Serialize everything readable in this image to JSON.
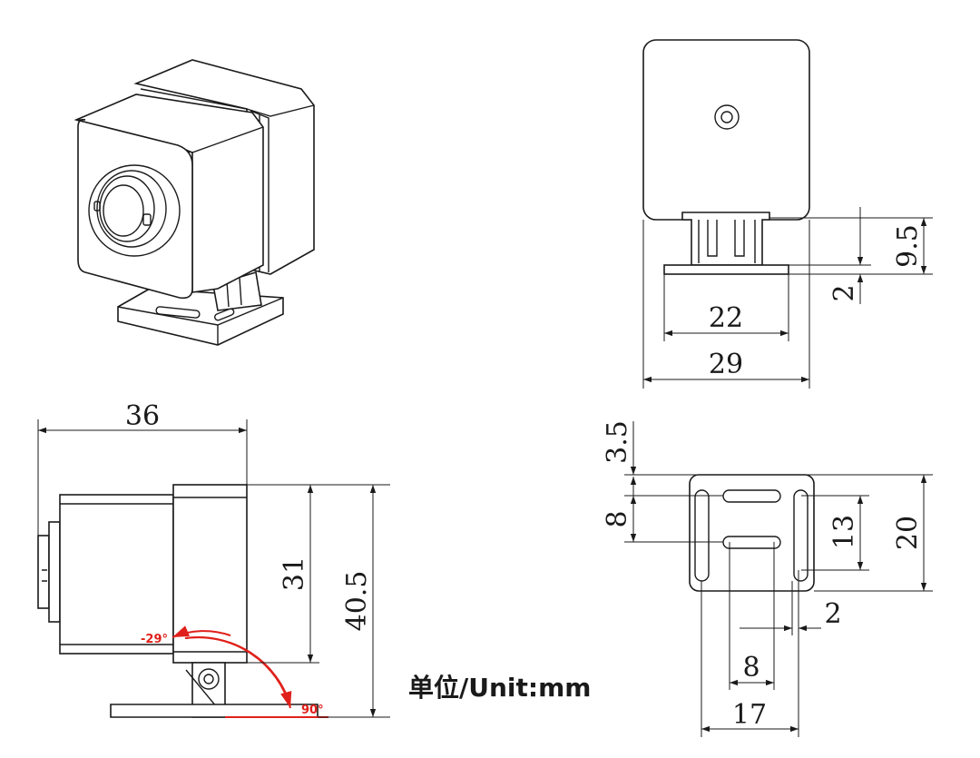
{
  "dimensions": {
    "front_view": {
      "height_bracket": "9.5",
      "plate_thickness": "2",
      "inner_width": "22",
      "outer_width": "29"
    },
    "side_view": {
      "length": "36",
      "box_height": "31",
      "total_height": "40.5",
      "angle_min": "-29°",
      "angle_max": "90°"
    },
    "base_view": {
      "top_offset": "3.5",
      "slot_pitch": "8",
      "slot_span": "13",
      "plate_depth": "20",
      "slot_width": "2",
      "slot_length": "8",
      "plate_width": "17"
    }
  },
  "unit_label": "单位/Unit:mm",
  "colors": {
    "line": "#1a1a1a",
    "angle": "#e0201a"
  }
}
